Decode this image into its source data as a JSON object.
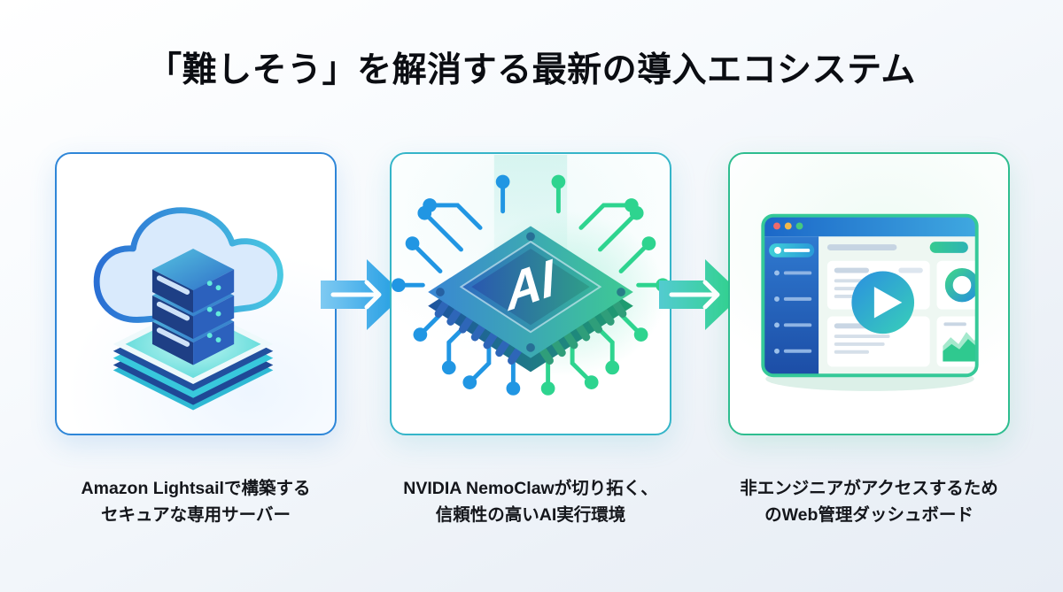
{
  "page": {
    "title": "「難しそう」を解消する最新の導入エコシステム",
    "background_top": "#ffffff",
    "background_bottom": "#e7edf5",
    "title_color": "#0b0d12"
  },
  "cards": [
    {
      "icon": "cloud-server-icon",
      "border_color": "#2e86d8",
      "lines": [
        "Amazon Lightsailで構築する",
        "セキュアな専用サーバー"
      ]
    },
    {
      "icon": "ai-chip-icon",
      "chip_label": "AI",
      "border_color": "#35b5c9",
      "lines": [
        "NVIDIA NemoClawが切り拓く、",
        "信頼性の高いAI実行環境"
      ]
    },
    {
      "icon": "web-dashboard-icon",
      "border_color": "#2ebd8f",
      "lines": [
        "非エンジニアがアクセスするため",
        "のWeb管理ダッシュボード"
      ]
    }
  ],
  "arrows": [
    {
      "direction": "right",
      "color_start": "#7fcaf2",
      "color_end": "#1e9be4"
    },
    {
      "direction": "right",
      "color_start": "#53cbd0",
      "color_end": "#2fd487"
    }
  ]
}
